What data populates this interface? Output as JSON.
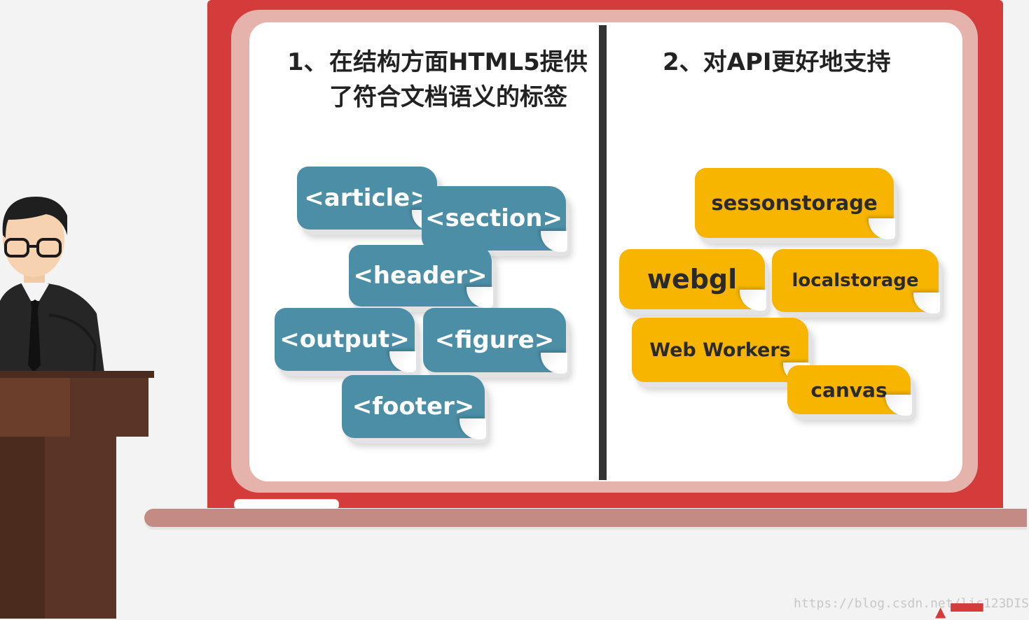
{
  "colors": {
    "board_frame": "#d43b3b",
    "board_surface": "#ffffff",
    "tag_blue": "#4c8ea6",
    "tag_yellow": "#f7b500",
    "podium": "#5a3526"
  },
  "left_section": {
    "number": "1、",
    "heading": "在结构方面HTML5提供了符合文档语义的标签",
    "tags": [
      "<article>",
      "<section>",
      "<header>",
      "<output>",
      "<figure>",
      "<footer>"
    ]
  },
  "right_section": {
    "heading": "2、对API更好地支持",
    "tags": [
      "sessonstorage",
      "webgl",
      "localstorage",
      "Web Workers",
      "canvas"
    ]
  },
  "watermark": "https://blog.csdn.net/lis123DIS"
}
